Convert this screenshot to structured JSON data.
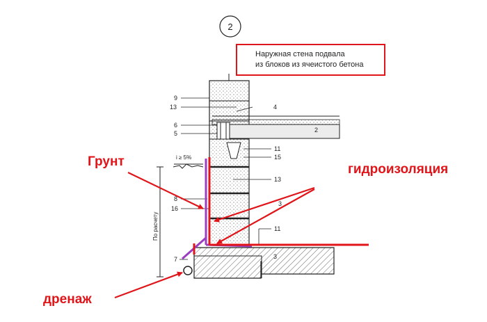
{
  "diagram": {
    "detail_number": "2",
    "caption_line1": "Наружная стена подвала",
    "caption_line2": "из блоков из ячеистого бетона",
    "annotations": {
      "ground": "Грунт",
      "waterproofing": "гидроизоляция",
      "drainage": "дренаж"
    },
    "callouts": {
      "n9": "9",
      "n13_top": "13",
      "n6": "6",
      "n5": "5",
      "n4": "4",
      "n2": "2",
      "n11_top": "11",
      "n15": "15",
      "n13_mid": "13",
      "n8": "8",
      "n16": "16",
      "n3_upper": "3",
      "n11_low": "11",
      "n3_low": "3",
      "n7": "7"
    },
    "slope": "i ≥ 5%",
    "dimension_label": "По расчету"
  },
  "colors": {
    "annotation_red": "#e0151a",
    "membrane_purple": "#9b3fc0",
    "line_dark": "#222222"
  }
}
